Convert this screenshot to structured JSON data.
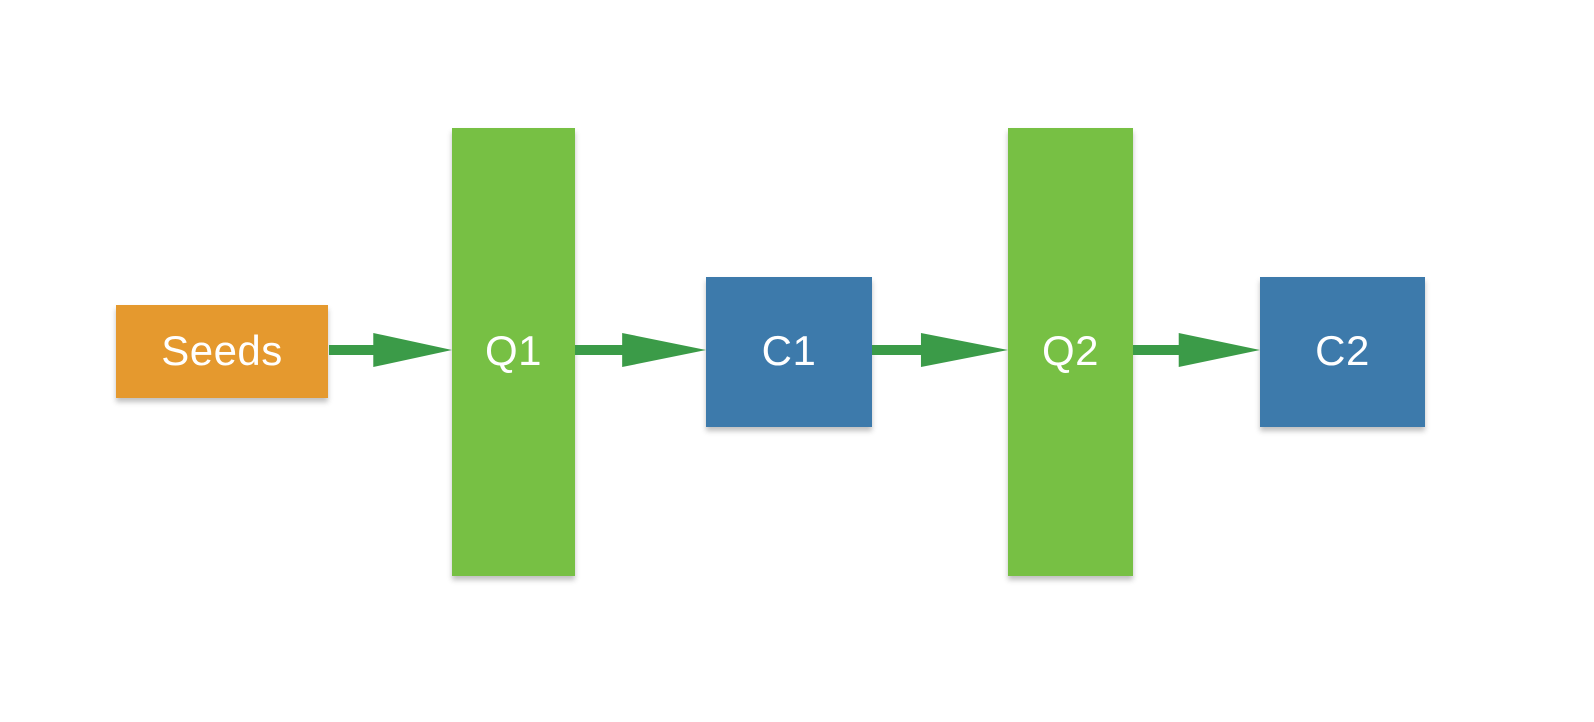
{
  "nodes": {
    "seeds": {
      "label": "Seeds",
      "fill": "#E5992E"
    },
    "q1": {
      "label": "Q1",
      "fill": "#77C044"
    },
    "c1": {
      "label": "C1",
      "fill": "#3D7AAB"
    },
    "q2": {
      "label": "Q2",
      "fill": "#77C044"
    },
    "c2": {
      "label": "C2",
      "fill": "#3D7AAB"
    }
  },
  "edges": [
    {
      "from": "Seeds",
      "to": "Q1"
    },
    {
      "from": "Q1",
      "to": "C1"
    },
    {
      "from": "C1",
      "to": "Q2"
    },
    {
      "from": "Q2",
      "to": "C2"
    }
  ],
  "colors": {
    "background": "#FFFFFF",
    "arrow_green": "#3B9B48",
    "bar_green": "#77C044",
    "box_blue": "#3D7AAB",
    "seeds_orange": "#E5992E",
    "node_text": "#FFFFFF"
  }
}
